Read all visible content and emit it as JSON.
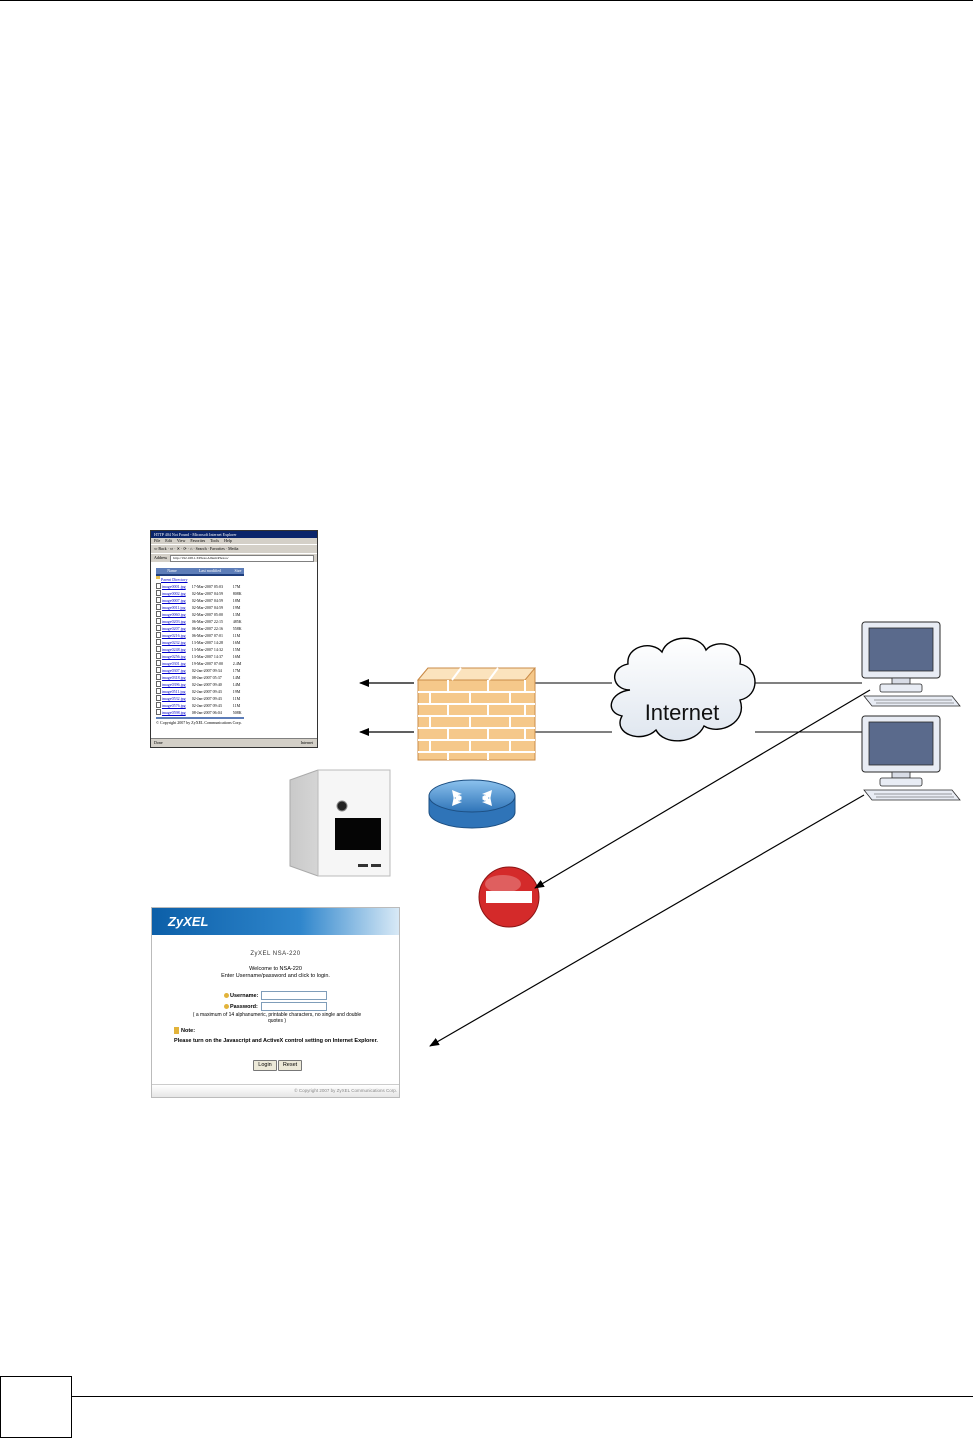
{
  "cloud": {
    "label": "Internet"
  },
  "browser": {
    "title": "HTTP 404 Not Found - Microsoft Internet Explorer",
    "menu": [
      "File",
      "Edit",
      "View",
      "Favorites",
      "Tools",
      "Help"
    ],
    "toolbar": "⇦ Back · ⇨ · ✕ · ⟳ · ⌂ · Search · Favorites · Media",
    "address_label": "Address",
    "address_value": "http://192.168.1.3/PhotoAlbum/Photos/",
    "columns": [
      "Name",
      "Last modified",
      "Size"
    ],
    "parent": "Parent Directory",
    "files": [
      {
        "name": "image0001.jpg",
        "date": "17-Mar-2007 05:03",
        "size": "17M"
      },
      {
        "name": "image0002.jpg",
        "date": "02-Mar-2007 04:59",
        "size": "808K"
      },
      {
        "name": "image0007.jpg",
        "date": "02-Mar-2007 04:59",
        "size": "18M"
      },
      {
        "name": "image0011.jpg",
        "date": "02-Mar-2007 04:59",
        "size": "19M"
      },
      {
        "name": "image0060.jpg",
        "date": "02-Mar-2007 05:00",
        "size": "13M"
      },
      {
        "name": "image0203.jpg",
        "date": "06-Mar-2007 22:15",
        "size": "485K"
      },
      {
        "name": "image0207.jpg",
        "date": "06-Mar-2007 22:16",
        "size": "558K"
      },
      {
        "name": "image0216.jpg",
        "date": "06-Mar-2007 07:01",
        "size": "11M"
      },
      {
        "name": "image0232.jpg",
        "date": "13-Mar-2007 14:28",
        "size": "16M"
      },
      {
        "name": "image0248.jpg",
        "date": "13-Mar-2007 14:32",
        "size": "15M"
      },
      {
        "name": "image0256.jpg",
        "date": "13-Mar-2007 14:37",
        "size": "16M"
      },
      {
        "name": "image0301.jpg",
        "date": "19-Mar-2007 07:00",
        "size": "2.4M"
      },
      {
        "name": "image0307.jpg",
        "date": "02-Jan-2007 09:34",
        "size": "17M"
      },
      {
        "name": "image0318.jpg",
        "date": "08-Jan-2007 05:37",
        "size": "14M"
      },
      {
        "name": "image0396.jpg",
        "date": "02-Jan-2007 09:40",
        "size": "14M"
      },
      {
        "name": "image0511.jpg",
        "date": "02-Jan-2007 09:43",
        "size": "19M"
      },
      {
        "name": "image0532.jpg",
        "date": "02-Jan-2007 09:43",
        "size": "11M"
      },
      {
        "name": "image0576.jpg",
        "date": "02-Jan-2007 09:43",
        "size": "11M"
      },
      {
        "name": "image0598.jpg",
        "date": "08-Jan-2007 06:04",
        "size": "508K"
      }
    ],
    "copyright": "© Copyright 2007 by ZyXEL Communications Corp.",
    "status_left": "Done",
    "status_right": "Internet"
  },
  "login": {
    "logo": "ZyXEL",
    "model": "ZyXEL NSA-220",
    "welcome": "Welcome to NSA-220",
    "instruction": "Enter Username/password and click to login.",
    "username_label": "Username:",
    "password_label": "Password:",
    "hint_line1": "( a maximum of 14 alphanumeric, printable characters, no single and double",
    "hint_line2": "quotes )",
    "note_title": "Note:",
    "note_text": "Please turn on the Javascript and ActiveX control setting on Internet Explorer.",
    "login_button": "Login",
    "reset_button": "Reset",
    "footer": "© Copyright 2007 by ZyXEL Communications Corp."
  },
  "colors": {
    "firewall_brick": "#f5c88a",
    "firewall_mortar": "#ffffff",
    "monitor_screen": "#5a6a8c",
    "router": "#3b82c4",
    "no_entry": "#d42a2a",
    "zyxel_banner": "#0c5fa8"
  },
  "icons": [
    "firewall-icon",
    "internet-cloud-icon",
    "computer-icon",
    "nsa-storage-icon",
    "router-icon",
    "no-entry-icon"
  ]
}
